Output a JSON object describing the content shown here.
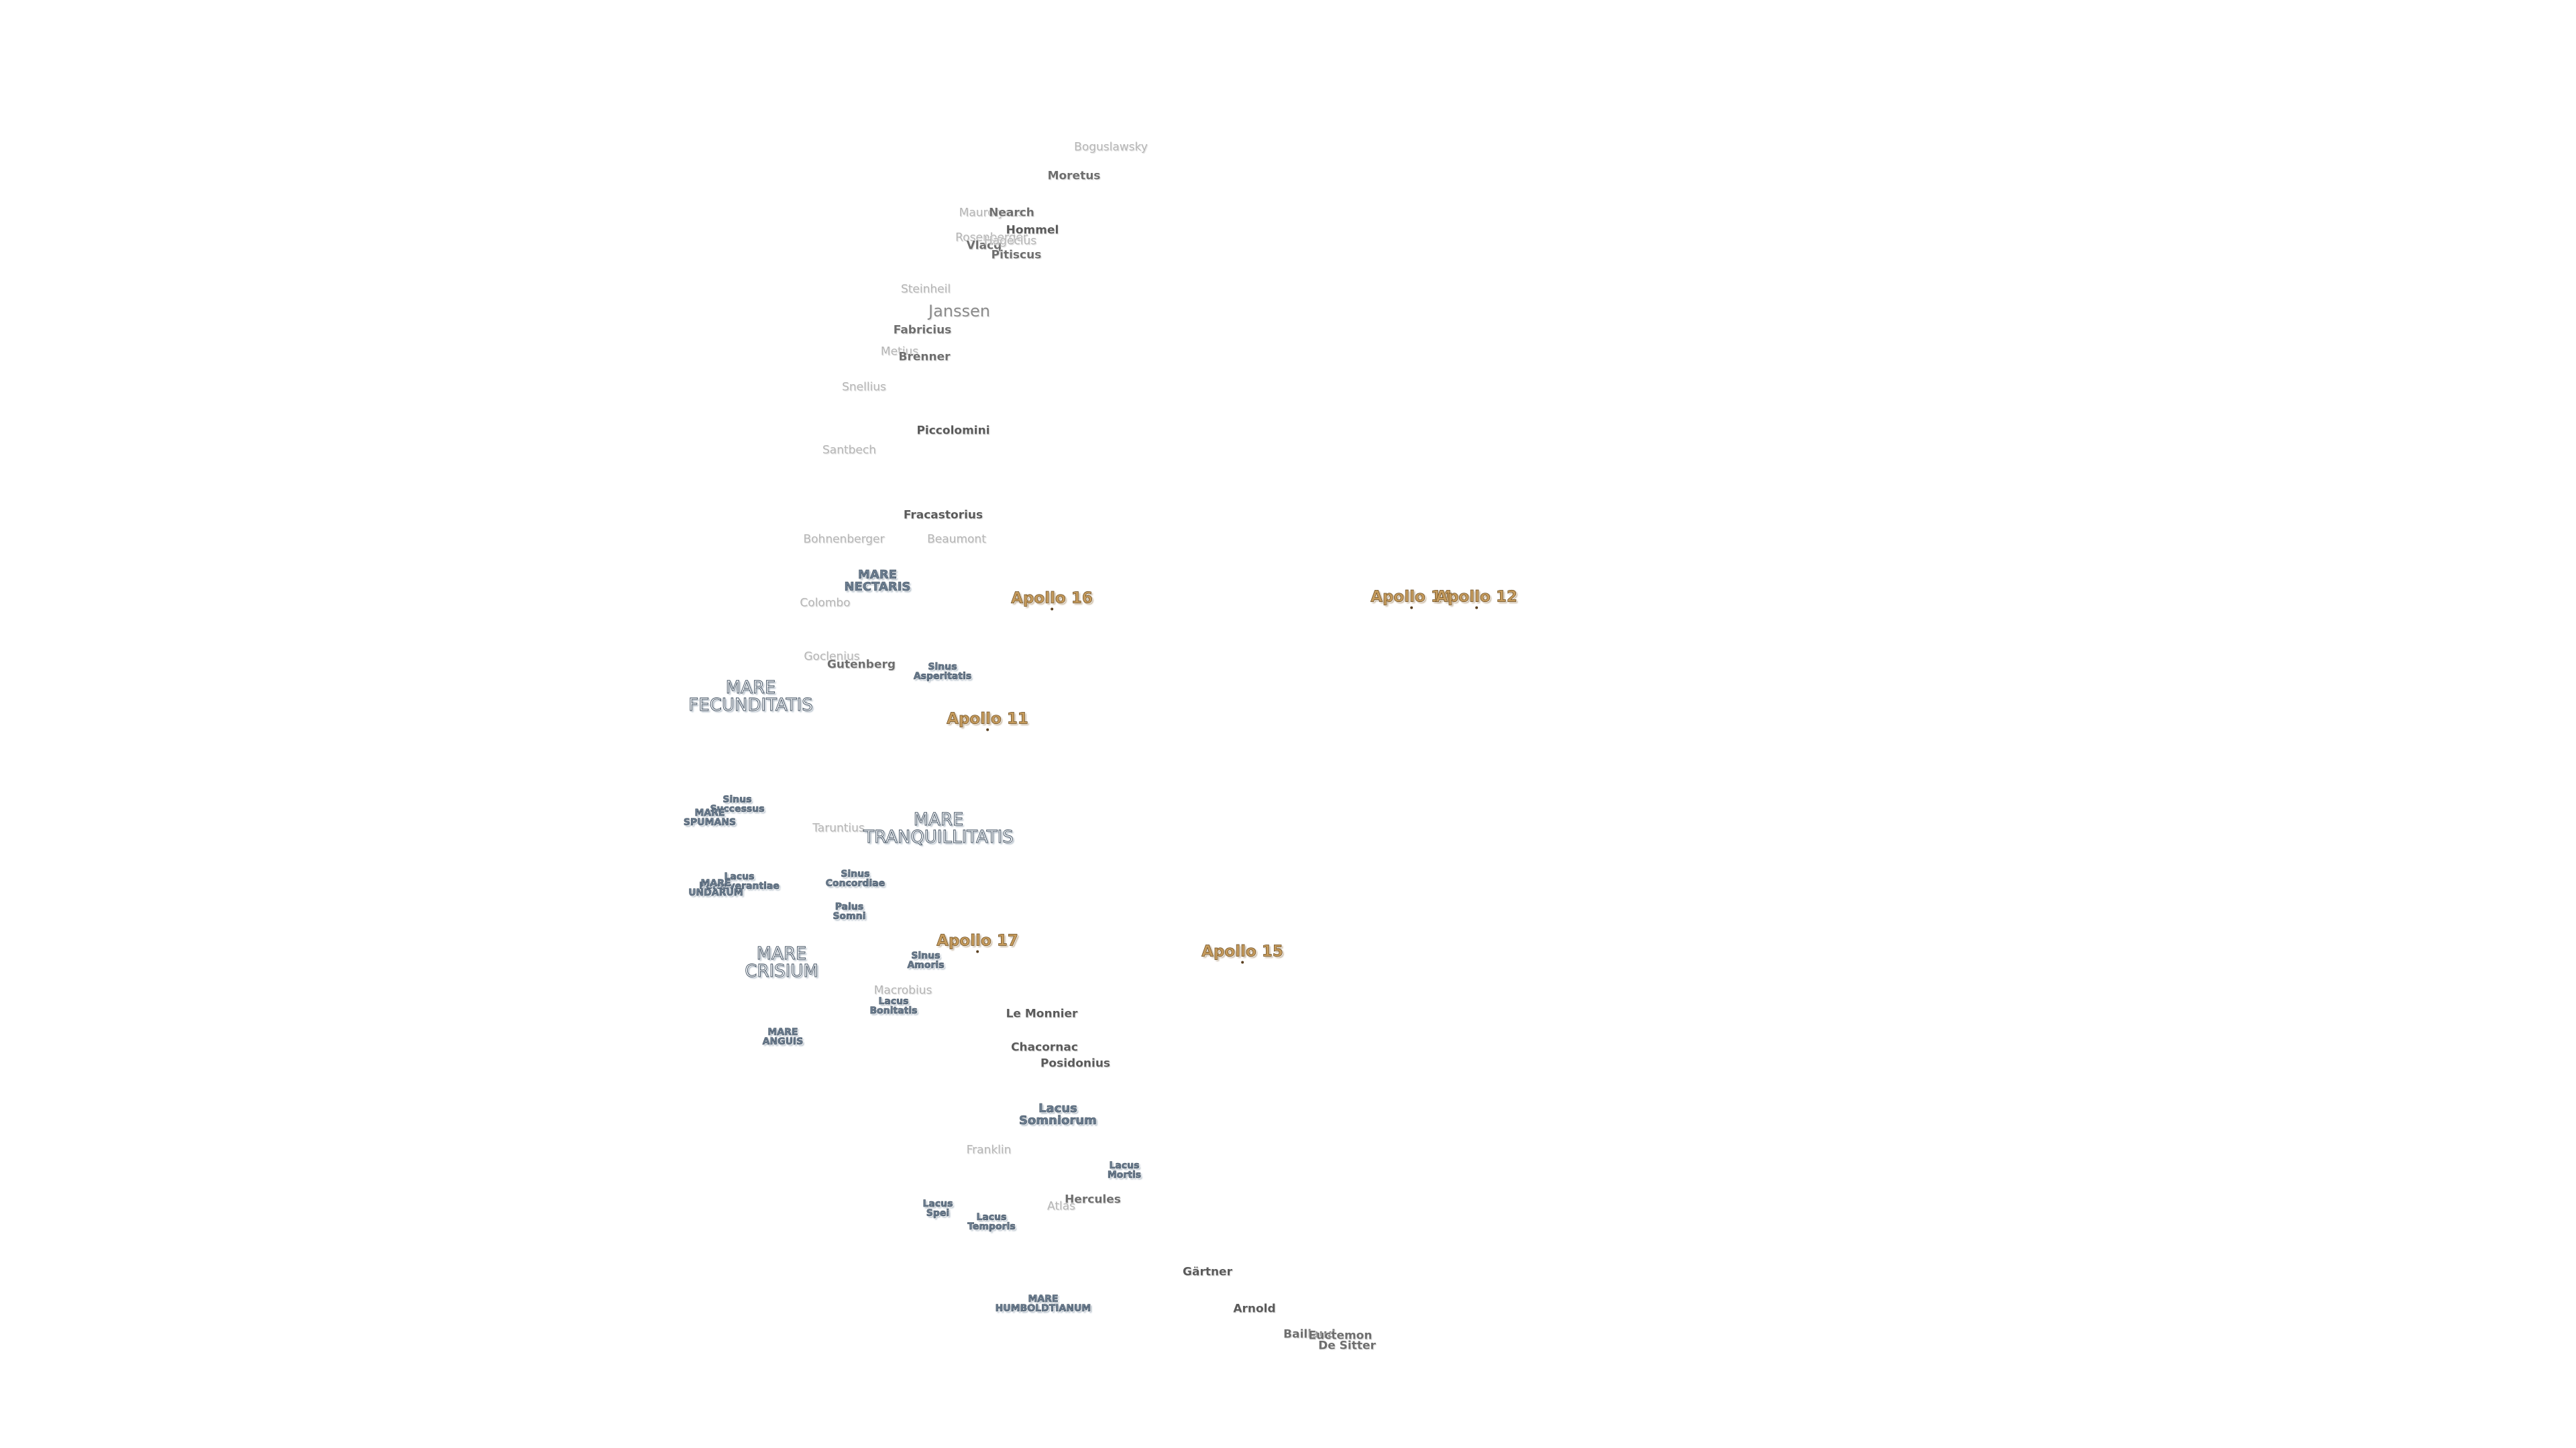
{
  "map": {
    "labels": [
      {
        "text": "Boguslawsky",
        "kind": "crater faint"
      },
      {
        "text": "Moretus",
        "kind": "crater mid"
      },
      {
        "text": "Maurolycus",
        "kind": "crater faint"
      },
      {
        "text": "Nearch",
        "kind": "crater mid"
      },
      {
        "text": "Hommel",
        "kind": "crater"
      },
      {
        "text": "Rosenberger",
        "kind": "crater faint"
      },
      {
        "text": "Vlacq",
        "kind": "crater mid"
      },
      {
        "text": "Hagecius",
        "kind": "crater faint"
      },
      {
        "text": "Pitiscus",
        "kind": "crater mid"
      },
      {
        "text": "Steinheil",
        "kind": "crater faint"
      },
      {
        "text": "Janssen",
        "kind": "crater big"
      },
      {
        "text": "Fabricius",
        "kind": "crater mid"
      },
      {
        "text": "Metius",
        "kind": "crater faint"
      },
      {
        "text": "Brenner",
        "kind": "crater mid"
      },
      {
        "text": "Snellius",
        "kind": "crater faint"
      },
      {
        "text": "Piccolomini",
        "kind": "crater"
      },
      {
        "text": "Santbech",
        "kind": "crater faint"
      },
      {
        "text": "Fracastorius",
        "kind": "crater"
      },
      {
        "text": "Bohnenberger",
        "kind": "crater faint"
      },
      {
        "text": "Beaumont",
        "kind": "crater faint"
      },
      {
        "text": "MARE\nNECTARIS",
        "kind": "mare"
      },
      {
        "text": "Colombo",
        "kind": "crater faint"
      },
      {
        "text": "Apollo 16",
        "kind": "apollo"
      },
      {
        "text": "Apollo 14",
        "kind": "apollo"
      },
      {
        "text": "Apollo 12",
        "kind": "apollo"
      },
      {
        "text": "Goclenius",
        "kind": "crater faint"
      },
      {
        "text": "Gutenberg",
        "kind": "crater mid"
      },
      {
        "text": "Sinus\nAsperitatis",
        "kind": "mare small"
      },
      {
        "text": "MARE\nFECUNDITATIS",
        "kind": "mare large"
      },
      {
        "text": "Apollo 11",
        "kind": "apollo"
      },
      {
        "text": "Sinus\nSuccessus",
        "kind": "mare small"
      },
      {
        "text": "MARE\nSPUMANS",
        "kind": "mare small"
      },
      {
        "text": "Taruntius",
        "kind": "crater faint"
      },
      {
        "text": "MARE\nTRANQUILLITATIS",
        "kind": "mare large"
      },
      {
        "text": "Lacus\nPerseverantiae",
        "kind": "mare small"
      },
      {
        "text": "MARE\nUNDARUM",
        "kind": "mare small"
      },
      {
        "text": "Sinus\nConcordiae",
        "kind": "mare small"
      },
      {
        "text": "Palus\nSomni",
        "kind": "mare small"
      },
      {
        "text": "Apollo 17",
        "kind": "apollo"
      },
      {
        "text": "Apollo 15",
        "kind": "apollo"
      },
      {
        "text": "MARE\nCRISIUM",
        "kind": "mare large"
      },
      {
        "text": "Sinus\nAmoris",
        "kind": "mare small"
      },
      {
        "text": "Macrobius",
        "kind": "crater faint"
      },
      {
        "text": "Lacus\nBonitatis",
        "kind": "mare small"
      },
      {
        "text": "Le Monnier",
        "kind": "crater"
      },
      {
        "text": "MARE\nANGUIS",
        "kind": "mare small"
      },
      {
        "text": "Chacornac",
        "kind": "crater"
      },
      {
        "text": "Posidonius",
        "kind": "crater"
      },
      {
        "text": "Lacus\nSomniorum",
        "kind": "mare"
      },
      {
        "text": "Franklin",
        "kind": "crater faint"
      },
      {
        "text": "Lacus\nMortis",
        "kind": "mare small"
      },
      {
        "text": "Hercules",
        "kind": "crater mid"
      },
      {
        "text": "Atlas",
        "kind": "crater faint"
      },
      {
        "text": "Lacus\nSpei",
        "kind": "mare small"
      },
      {
        "text": "Lacus\nTemporis",
        "kind": "mare small"
      },
      {
        "text": "Gärtner",
        "kind": "crater"
      },
      {
        "text": "MARE\nHUMBOLDTIANUM",
        "kind": "mare small"
      },
      {
        "text": "Arnold",
        "kind": "crater"
      },
      {
        "text": "Baillaud",
        "kind": "crater mid"
      },
      {
        "text": "Euctemon",
        "kind": "crater mid"
      },
      {
        "text": "De Sitter",
        "kind": "crater mid"
      }
    ]
  }
}
